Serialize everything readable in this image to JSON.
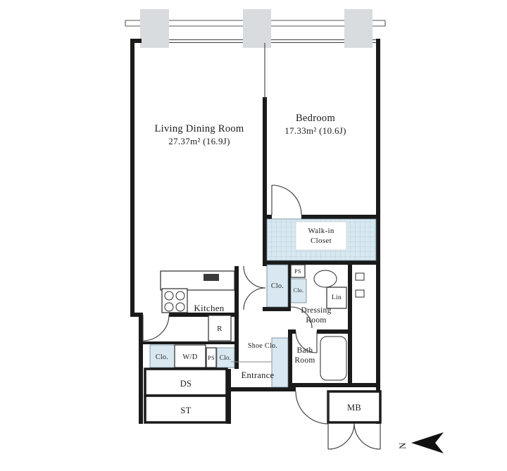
{
  "fp": {
    "rooms": {
      "living": {
        "name": "Living Dining Room",
        "area": "27.37m² (16.9J)"
      },
      "bedroom": {
        "name": "Bedroom",
        "area": "17.33m² (10.6J)"
      },
      "walkin": {
        "line1": "Walk-in",
        "line2": "Closet"
      },
      "kitchen": {
        "label": "Kitchen"
      },
      "dressing": {
        "line1": "Dressing",
        "line2": "Room"
      },
      "bath": {
        "line1": "Bath",
        "line2": "Room"
      },
      "entrance": {
        "label": "Entrance"
      }
    },
    "storage": {
      "shoe": {
        "label": "Shoe Clo."
      },
      "clo_hall": {
        "label": "Clo."
      },
      "clo_small": {
        "label": "Clo."
      },
      "clo_utility": {
        "label": "Clo."
      },
      "clo_utility2": {
        "label": "Clo."
      },
      "lin": {
        "label": "Lin"
      },
      "walk_in_note": {
        "label": ""
      }
    },
    "service": {
      "ps_upper": {
        "label": "PS"
      },
      "ps_lower": {
        "label": "PS"
      },
      "wd": {
        "label": "W/D"
      },
      "fridge": {
        "label": "R"
      },
      "ds": {
        "label": "DS"
      },
      "st": {
        "label": "ST"
      },
      "mb": {
        "label": "MB"
      }
    },
    "compass": {
      "north_label": "N"
    },
    "colors": {
      "wall": "#1a1a1a",
      "closet": "#d9e8f0",
      "grid": "#b4cfdb",
      "pillar": "#d8dcdf"
    }
  }
}
